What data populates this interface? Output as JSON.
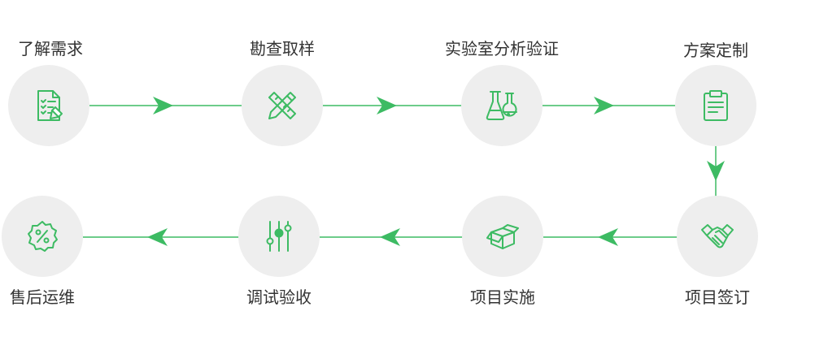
{
  "colors": {
    "accent": "#3dbb63",
    "circle": "#eeeeee",
    "text": "#333333"
  },
  "steps": [
    {
      "label": "了解需求",
      "icon": "document-checklist-icon"
    },
    {
      "label": "勘查取样",
      "icon": "ruler-pencil-icon"
    },
    {
      "label": "实验室分析验证",
      "icon": "lab-flask-icon"
    },
    {
      "label": "方案定制",
      "icon": "clipboard-icon"
    },
    {
      "label": "项目签订",
      "icon": "handshake-icon"
    },
    {
      "label": "项目实施",
      "icon": "open-box-icon"
    },
    {
      "label": "调试验收",
      "icon": "sliders-icon"
    },
    {
      "label": "售后运维",
      "icon": "percent-badge-icon"
    }
  ]
}
